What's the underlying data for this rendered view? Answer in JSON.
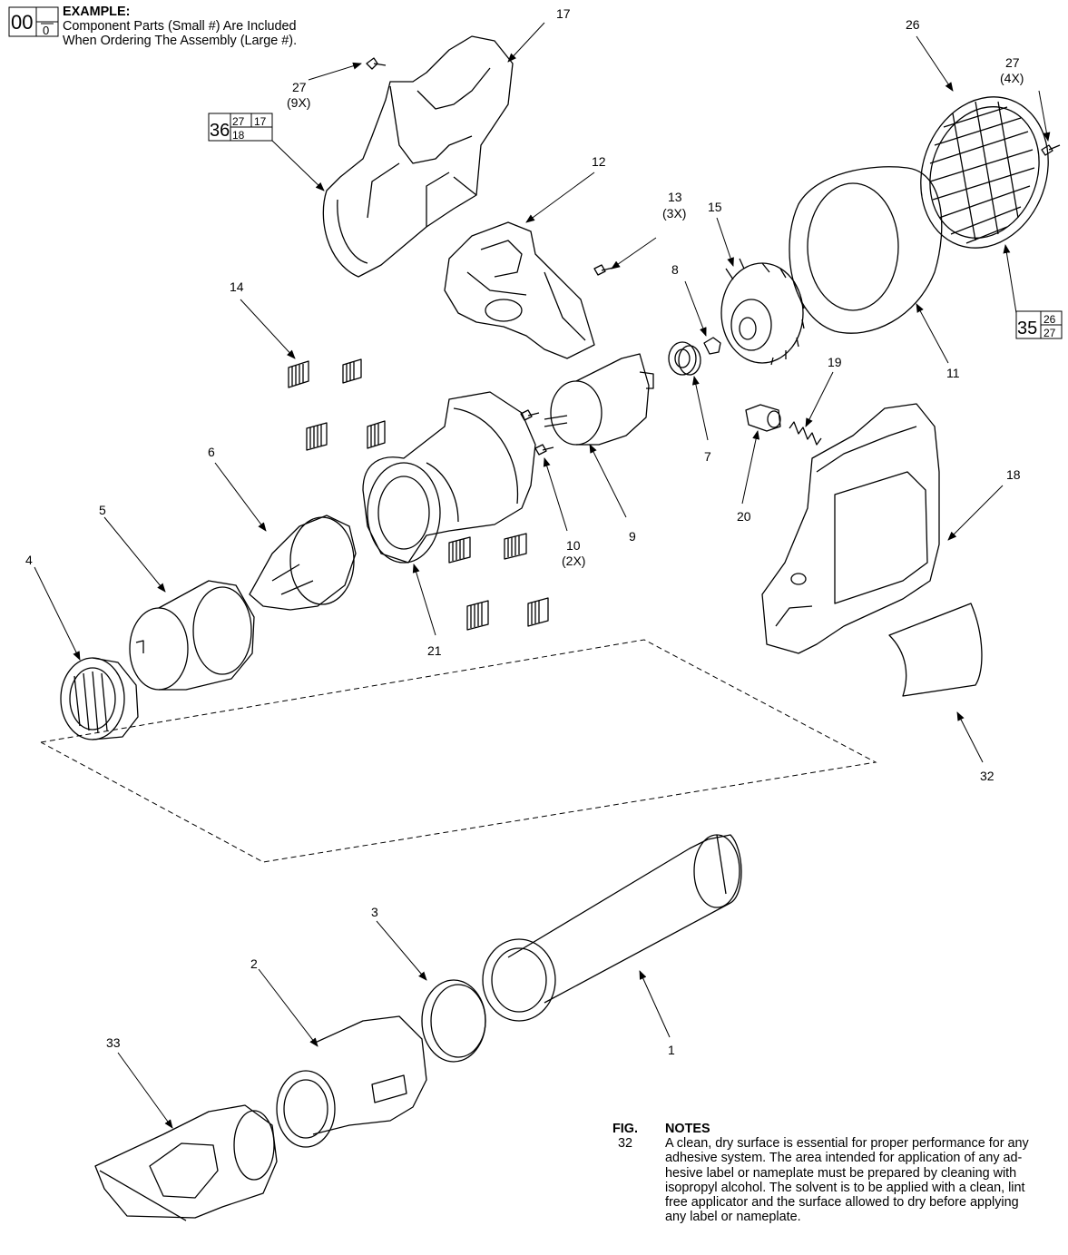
{
  "example": {
    "box_large": "00",
    "box_small": "0",
    "title": "EXAMPLE:",
    "line1": "Component Parts (Small #) Are Included",
    "line2": "When Ordering The Assembly (Large #)."
  },
  "assemblies": [
    {
      "large": "36",
      "small": [
        "27",
        "17",
        "18"
      ]
    },
    {
      "large": "35",
      "small": [
        "26",
        "27"
      ]
    }
  ],
  "callouts": {
    "p1": "1",
    "p2": "2",
    "p3": "3",
    "p4": "4",
    "p5": "5",
    "p6": "6",
    "p7": "7",
    "p8": "8",
    "p9": "9",
    "p10": "10",
    "p10q": "(2X)",
    "p11": "11",
    "p12": "12",
    "p13": "13",
    "p13q": "(3X)",
    "p14": "14",
    "p15": "15",
    "p17": "17",
    "p18": "18",
    "p19": "19",
    "p20": "20",
    "p21": "21",
    "p26": "26",
    "p27a": "27",
    "p27aq": "(9X)",
    "p27b": "27",
    "p27bq": "(4X)",
    "p32": "32",
    "p33": "33"
  },
  "notes": {
    "fig_header": "FIG.",
    "notes_header": "NOTES",
    "fig_number": "32",
    "lines": [
      "A clean, dry surface is essential for proper performance for any",
      "adhesive system. The area intended for application of any ad-",
      "hesive label or nameplate must be prepared by cleaning with",
      "isopropyl alcohol. The solvent is to be applied with a clean, lint",
      "free applicator and the surface allowed to dry before applying",
      "any label or nameplate."
    ]
  }
}
